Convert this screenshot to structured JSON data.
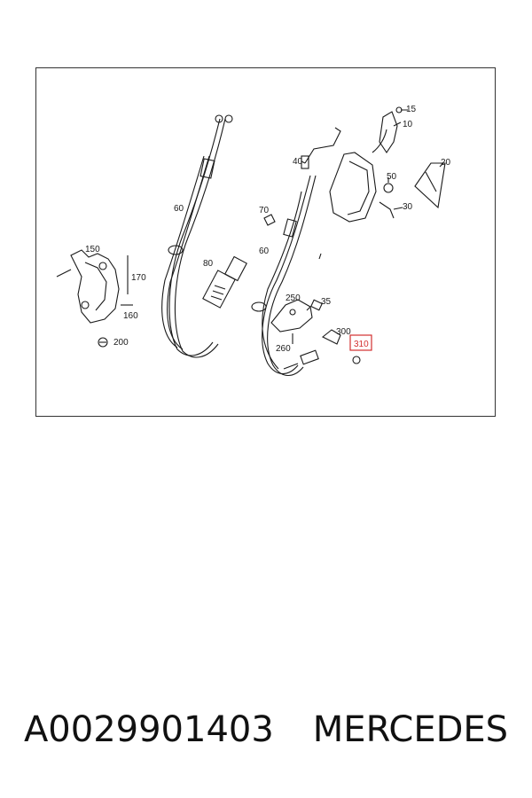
{
  "diagram": {
    "callouts": {
      "c15": "15",
      "c10": "10",
      "c20": "20",
      "c40": "40",
      "c50": "50",
      "c30": "30",
      "c60a": "60",
      "c70": "70",
      "c60b": "60",
      "c80": "80",
      "c150": "150",
      "c170": "170",
      "c160": "160",
      "c200": "200",
      "c250": "250",
      "c35": "35",
      "c300": "300",
      "c260": "260",
      "c310": "310"
    },
    "highlight_color": "#d32f2f",
    "line_color": "#1a1a1a"
  },
  "caption": {
    "part_number": "A0029901403",
    "brand": "MERCEDES"
  }
}
